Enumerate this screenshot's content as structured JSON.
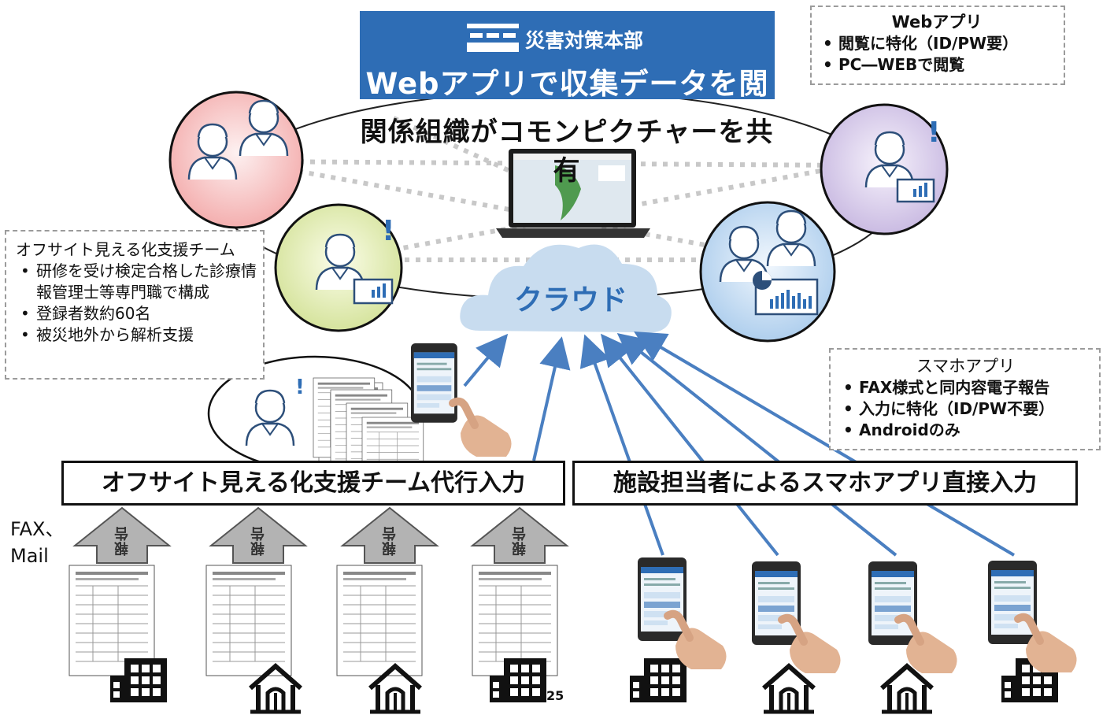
{
  "headquarters": {
    "name": "災害対策本部",
    "subtitle": "Webアプリで収集データを閲覧"
  },
  "headline": "関係組織がコモンピクチャーを共有",
  "web_app_note": {
    "title": "Webアプリ",
    "items": [
      "閲覧に特化（ID/PW要）",
      "PC―WEBで閲覧"
    ]
  },
  "support_team_note": {
    "title": "オフサイト見える化支援チーム",
    "items": [
      "研修を受け検定合格した診療情報管理士等専門職で構成",
      "登録者数約60名",
      "被災地外から解析支援"
    ]
  },
  "smartphone_app_note": {
    "title": "スマホアプリ",
    "items": [
      "FAX様式と同内容電子報告",
      "入力に特化（ID/PW不要）",
      "Androidのみ"
    ]
  },
  "cloud_label": "クラウド",
  "left_bar": "オフサイト見える化支援チーム代行入力",
  "right_bar": "施設担当者によるスマホアプリ直接入力",
  "fax_mail_label": "FAX、\nMail",
  "report_arrow_label": "報告",
  "page_number": "25",
  "colors": {
    "hq_blue": "#2e6db5",
    "cloud": "#c8dcef",
    "arrow_blue": "#4a7fc1",
    "circle_red": "#f4b7b7",
    "circle_green": "#dbe7a7",
    "circle_purple": "#d2c6e6",
    "circle_blue": "#bcd6ee"
  },
  "icons": [
    "building-icon",
    "house-icon",
    "smartphone-icon",
    "laptop-icon",
    "person-icon",
    "document-icon",
    "chart-icon"
  ]
}
